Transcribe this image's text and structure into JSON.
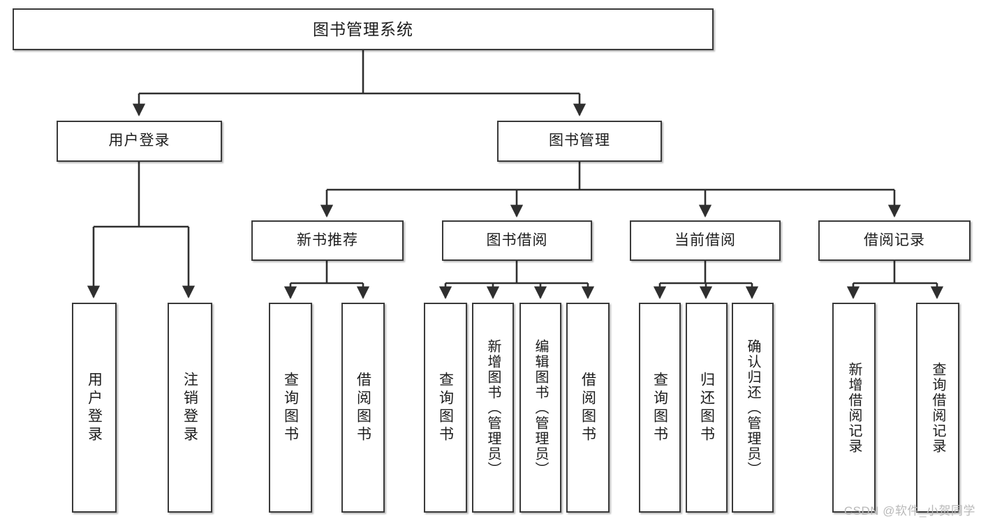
{
  "diagram": {
    "title": "图书管理系统",
    "type": "tree",
    "colors": {
      "box_border": "#3a3a3a",
      "box_fill": "#ffffff",
      "edge": "#2f2f2f",
      "text": "#1c1c1c",
      "watermark": "#b9b9b9"
    },
    "root": {
      "label": "图书管理系统"
    },
    "level2": [
      {
        "label": "用户登录"
      },
      {
        "label": "图书管理"
      }
    ],
    "level3": [
      {
        "label": "新书推荐"
      },
      {
        "label": "图书借阅"
      },
      {
        "label": "当前借阅"
      },
      {
        "label": "借阅记录"
      }
    ],
    "leaves": {
      "user_login": [
        {
          "label": "用户登录"
        },
        {
          "label": "注销登录"
        }
      ],
      "new_book": [
        {
          "label": "查询图书"
        },
        {
          "label": "借阅图书"
        }
      ],
      "book_borrow": [
        {
          "label": "查询图书"
        },
        {
          "label": "新增图书（管理员）"
        },
        {
          "label": "编辑图书（管理员）"
        },
        {
          "label": "借阅图书"
        }
      ],
      "current_borrow": [
        {
          "label": "查询图书"
        },
        {
          "label": "归还图书"
        },
        {
          "label": "确认归还（管理员）"
        }
      ],
      "borrow_record": [
        {
          "label": "新增借阅记录"
        },
        {
          "label": "查询借阅记录"
        }
      ]
    }
  },
  "watermark": {
    "text": "CSDN @软件_小贺同学"
  }
}
